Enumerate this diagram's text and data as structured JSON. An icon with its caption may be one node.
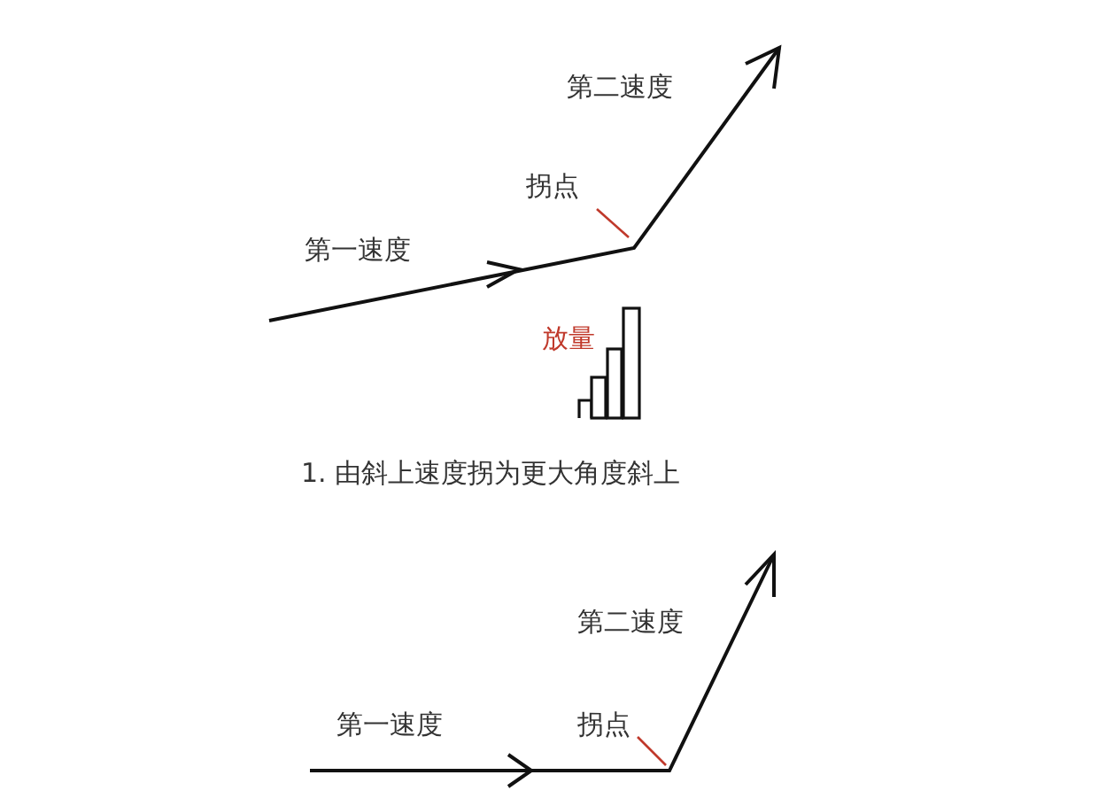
{
  "diagram": {
    "nodes": [
      {
        "text": [
          "拐点"
        ]
      },
      {
        "text": [
          "拐点"
        ]
      }
    ],
    "edges": [
      {
        "from": 0,
        "to": null,
        "arrow": "none",
        "color": "#c0392b"
      },
      {
        "from": 1,
        "to": null,
        "arrow": "none",
        "color": "#c0392b"
      }
    ],
    "labels": [
      "第二速度",
      "第一速度",
      "放量",
      "1. 由斜上速度拐为更大角度斜上",
      "第二速度",
      "第一速度"
    ]
  }
}
